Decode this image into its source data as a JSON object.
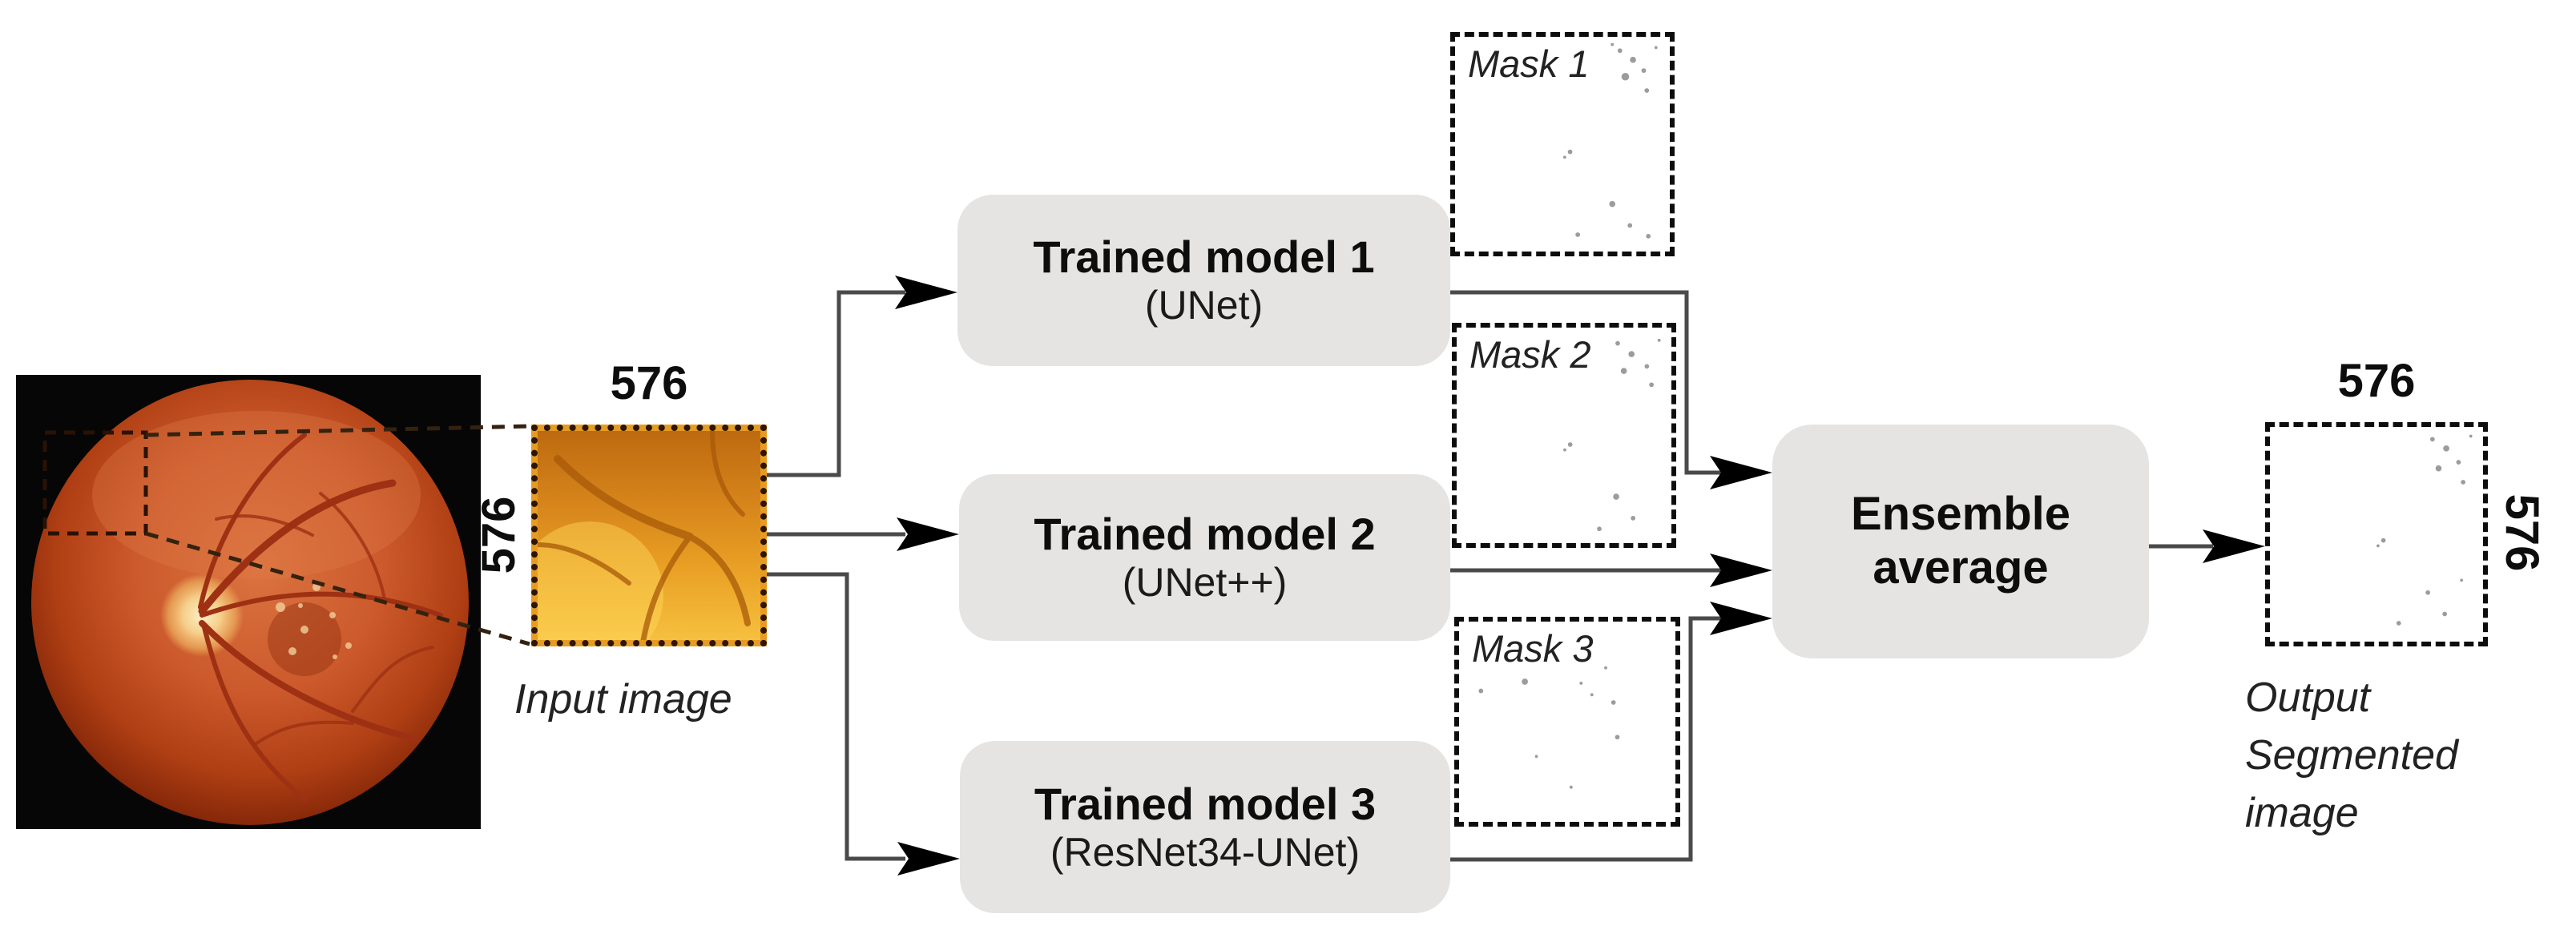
{
  "figure": {
    "input": {
      "top_label": "576",
      "side_label": "576",
      "caption": "Input image"
    },
    "models": [
      {
        "title": "Trained model 1",
        "subtitle": "(UNet)"
      },
      {
        "title": "Trained model 2",
        "subtitle": "(UNet++)"
      },
      {
        "title": "Trained model 3",
        "subtitle": "(ResNet34-UNet)"
      }
    ],
    "masks": [
      {
        "label": "Mask 1"
      },
      {
        "label": "Mask 2"
      },
      {
        "label": "Mask 3"
      }
    ],
    "ensemble": {
      "line1": "Ensemble",
      "line2": "average"
    },
    "output": {
      "top_label": "576",
      "side_label": "576",
      "caption_line1": "Output",
      "caption_line2": "Segmented",
      "caption_line3": "image"
    },
    "colors": {
      "process_box_fill": "#e5e4e2",
      "box_text": "#0d0d0d",
      "connector_line": "#4a4a4a",
      "arrowhead": "#000000",
      "mask_border": "#0d0d0d",
      "speckle": "#9c9c9c",
      "patch_border": "#2e1504",
      "caption_text": "#222222"
    }
  }
}
